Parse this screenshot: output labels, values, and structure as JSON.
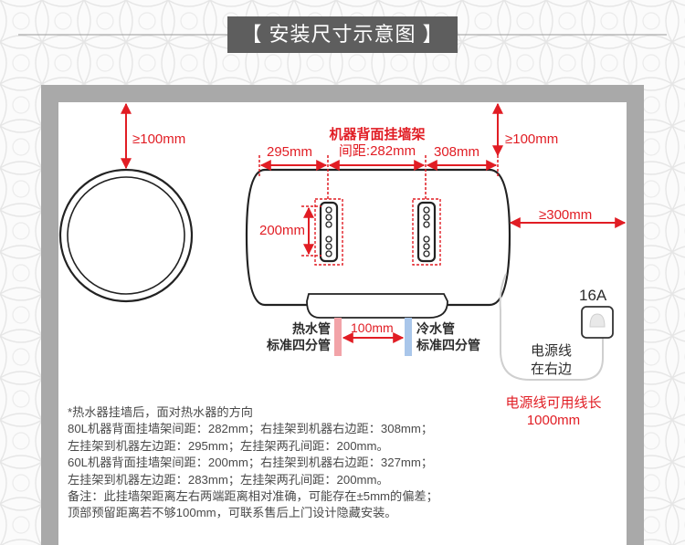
{
  "title": "【 安装尺寸示意图 】",
  "labels": {
    "top_left_clearance": "≥100mm",
    "top_right_clearance": "≥100mm",
    "right_clearance": "≥300mm",
    "left_distance": "295mm",
    "bracket_title_line1": "机器背面挂墙架",
    "bracket_title_line2": "间距:282mm",
    "right_distance": "308mm",
    "hole_distance": "200mm",
    "pipe_distance": "100mm",
    "hot_pipe_line1": "热水管",
    "hot_pipe_line2": "标准四分管",
    "cold_pipe_line1": "冷水管",
    "cold_pipe_line2": "标准四分管",
    "socket_amp": "16A",
    "cord_side_line1": "电源线",
    "cord_side_line2": "在右边",
    "cord_extend_line1": "电源线可用线长",
    "cord_extend_line2": "1000mm"
  },
  "notes": [
    "*热水器挂墙后，面对热水器的方向",
    "80L机器背面挂墙架间距：282mm；右挂架到机器右边距：308mm；",
    "左挂架到机器左边距：295mm；左挂架两孔间距：200mm。",
    "60L机器背面挂墙架间距：200mm；右挂架到机器右边距：327mm；",
    "左挂架到机器左边距：283mm；左挂架两孔间距：200mm。",
    "备注：此挂墙架距离左右两端距离相对准确，可能存在±5mm的偏差；",
    "顶部预留距离若不够100mm，可联系售后上门设计隐藏安装。"
  ],
  "colors": {
    "title_bg": "#5e5e5e",
    "accent_red": "#e11d24",
    "hot_pipe": "#f2a3a8",
    "cold_pipe": "#a9c6ea",
    "wall": "#a9a9a9"
  }
}
